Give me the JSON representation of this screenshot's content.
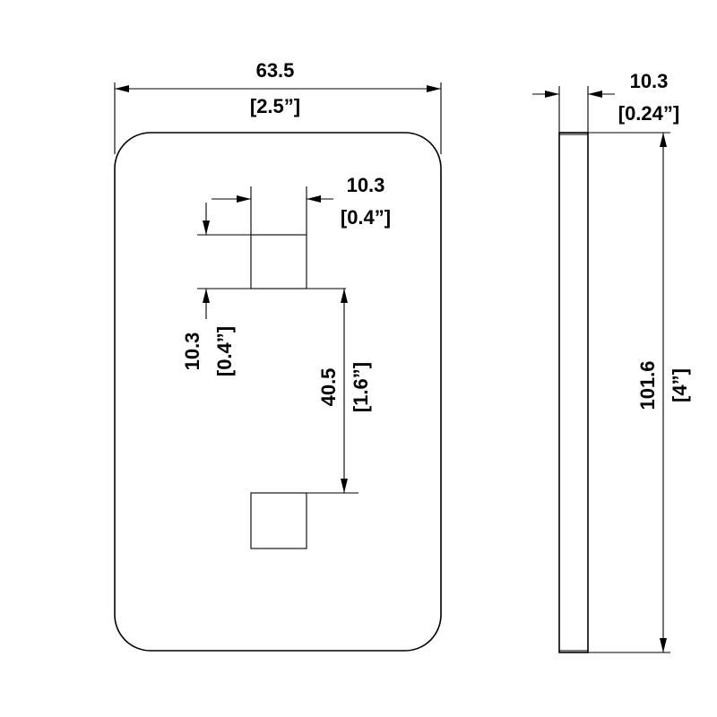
{
  "dimensions": {
    "overall_width": {
      "mm": "63.5",
      "inch": "[2.5”]"
    },
    "side_thickness": {
      "mm": "10.3",
      "inch": "[0.24”]"
    },
    "slot_width": {
      "mm": "10.3",
      "inch": "[0.4”]"
    },
    "slot_offset": {
      "mm": "10.3",
      "inch": "[0.4”]"
    },
    "slot_spacing": {
      "mm": "40.5",
      "inch": "[1.6”]"
    },
    "overall_height": {
      "mm": "101.6",
      "inch": "[4”]"
    }
  },
  "colors": {
    "line": "#000000",
    "background": "#ffffff"
  }
}
